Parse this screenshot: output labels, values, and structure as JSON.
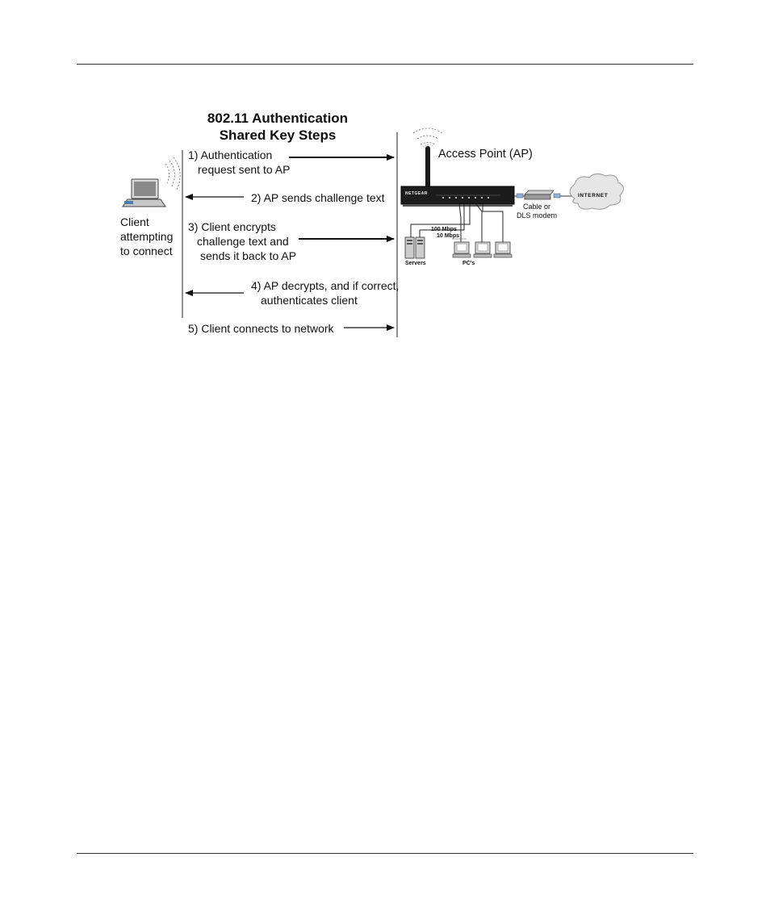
{
  "diagram": {
    "title_line1": "802.11 Authentication",
    "title_line2": "Shared Key Steps",
    "client_label": [
      "Client",
      "attempting",
      "to connect"
    ],
    "ap_label": "Access Point (AP)",
    "steps": [
      {
        "lines": [
          "1) Authentication",
          "request sent to AP"
        ],
        "direction": "to-ap"
      },
      {
        "lines": [
          "2) AP sends challenge text"
        ],
        "direction": "to-client"
      },
      {
        "lines": [
          "3) Client encrypts",
          "challenge text and",
          "sends it back to AP"
        ],
        "direction": "to-ap"
      },
      {
        "lines": [
          "4) AP decrypts, and if correct,",
          "authenticates client"
        ],
        "direction": "to-client"
      },
      {
        "lines": [
          "5) Client connects to network"
        ],
        "direction": "to-ap"
      }
    ],
    "modem_label": [
      "Cable or",
      "DLS modem"
    ],
    "internet_label": "INTERNET",
    "router_brand": "NETGEAR",
    "speed_100": "100 Mbps",
    "speed_10": "10 Mbps",
    "servers_label": "Servers",
    "pcs_label": "PC's"
  }
}
